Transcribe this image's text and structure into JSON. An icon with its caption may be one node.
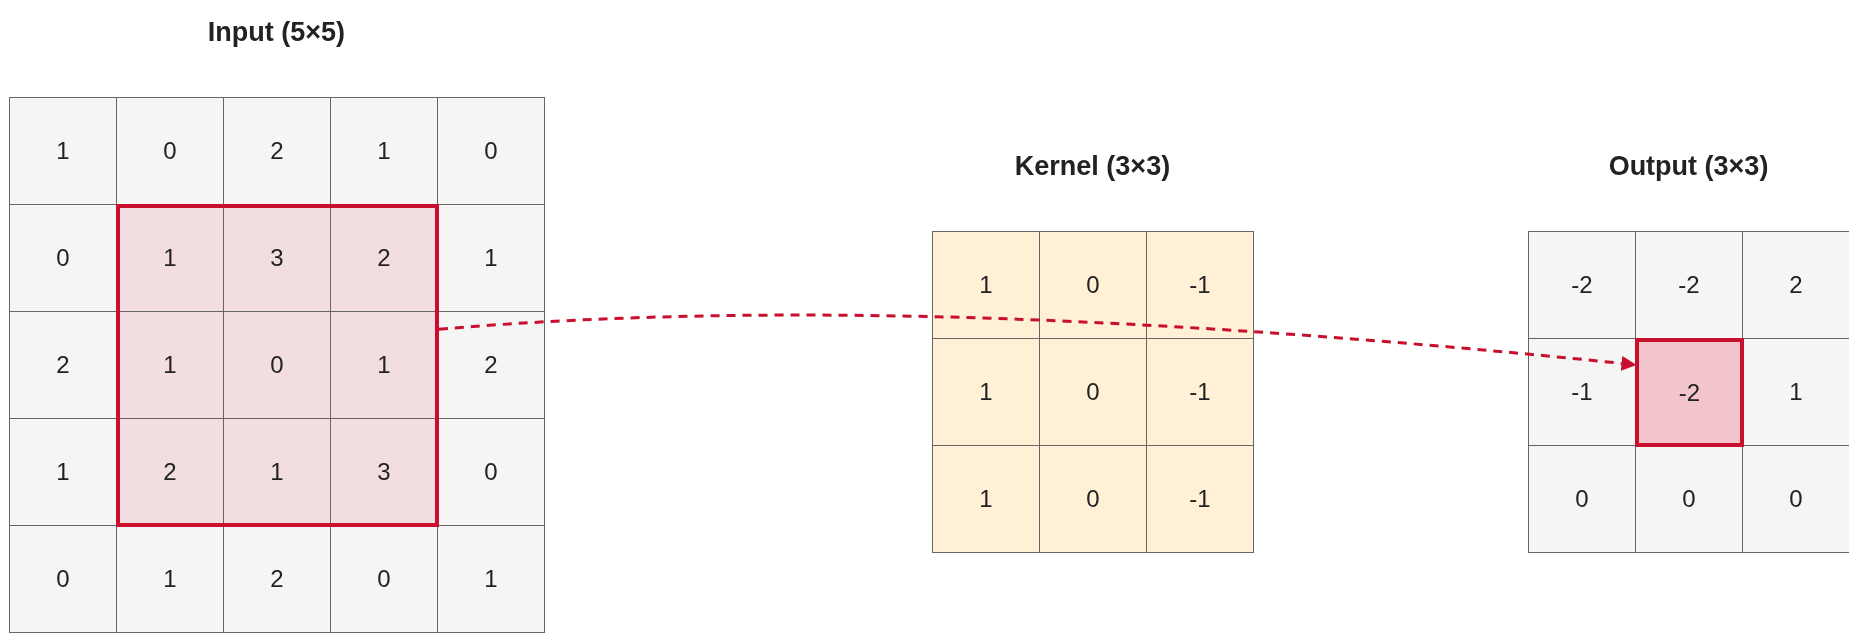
{
  "diagram": {
    "nodes": [
      {
        "text": [],
        "shape": "box"
      },
      {
        "text": [
          "-2"
        ]
      }
    ],
    "edges": [
      {
        "from": 0,
        "to": 1,
        "arrow": "to",
        "style": "dashed",
        "color": "#c8102e"
      }
    ],
    "labels": [
      "Input (5×5)",
      "1",
      "0",
      "2",
      "1",
      "0",
      "0",
      "1",
      "3",
      "2",
      "1",
      "2",
      "1",
      "0",
      "1",
      "2",
      "1",
      "2",
      "1",
      "3",
      "0",
      "0",
      "1",
      "2",
      "0",
      "1",
      "Kernel (3×3)",
      "1",
      "0",
      "-1",
      "1",
      "0",
      "-1",
      "1",
      "0",
      "-1",
      "Output (3×3)",
      "-2",
      "-2",
      "2",
      "-1",
      "1",
      "0",
      "0",
      "0"
    ]
  }
}
